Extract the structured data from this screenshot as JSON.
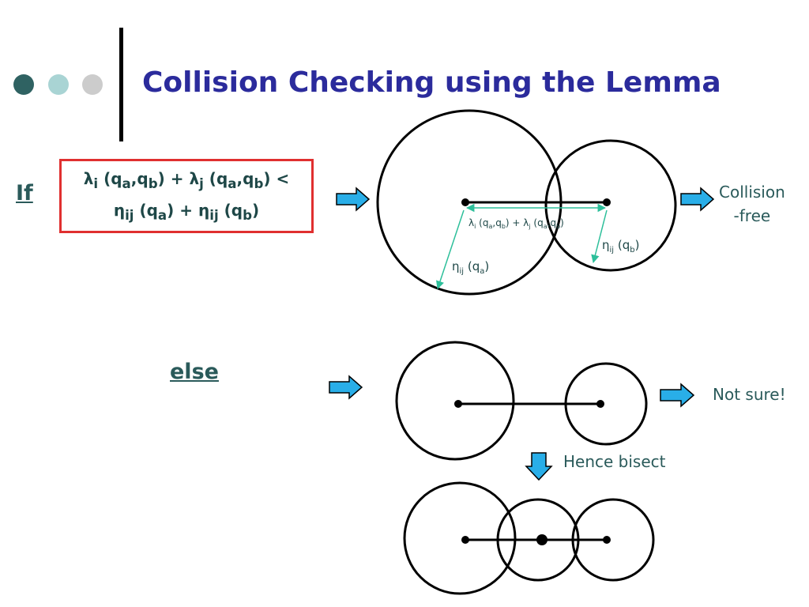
{
  "slide": {
    "title": "Collision Checking using the Lemma"
  },
  "if_block": {
    "label": "If",
    "condition_line1": "λi (qa,qb) + λj (qa,qb) <",
    "condition_line2": "ηij (qa) + ηij (qb)"
  },
  "diagram1": {
    "span_label": "λi (qa,qb) + λj (qa,qb)",
    "label_a": "ηij (qa)",
    "label_b": "ηij (qb)"
  },
  "outcome_if": {
    "line1": "Collision",
    "line2": "-free"
  },
  "else_block": {
    "label": "else",
    "outcome": "Not sure!",
    "bisect_label": "Hence bisect"
  },
  "colors": {
    "title": "#2b2b9c",
    "heading": "#2a5a5a",
    "condition_border": "#e03030",
    "arrow_fill": "#29aee8",
    "measure_line": "#2dbf9a",
    "bullet_dark": "#2f6262",
    "bullet_light": "#a9d4d4",
    "bullet_gray": "#cccccc"
  },
  "icons": {
    "bullets": "three-circle-bullets",
    "arrows": "right-block-arrow",
    "down_arrow": "down-block-arrow"
  }
}
